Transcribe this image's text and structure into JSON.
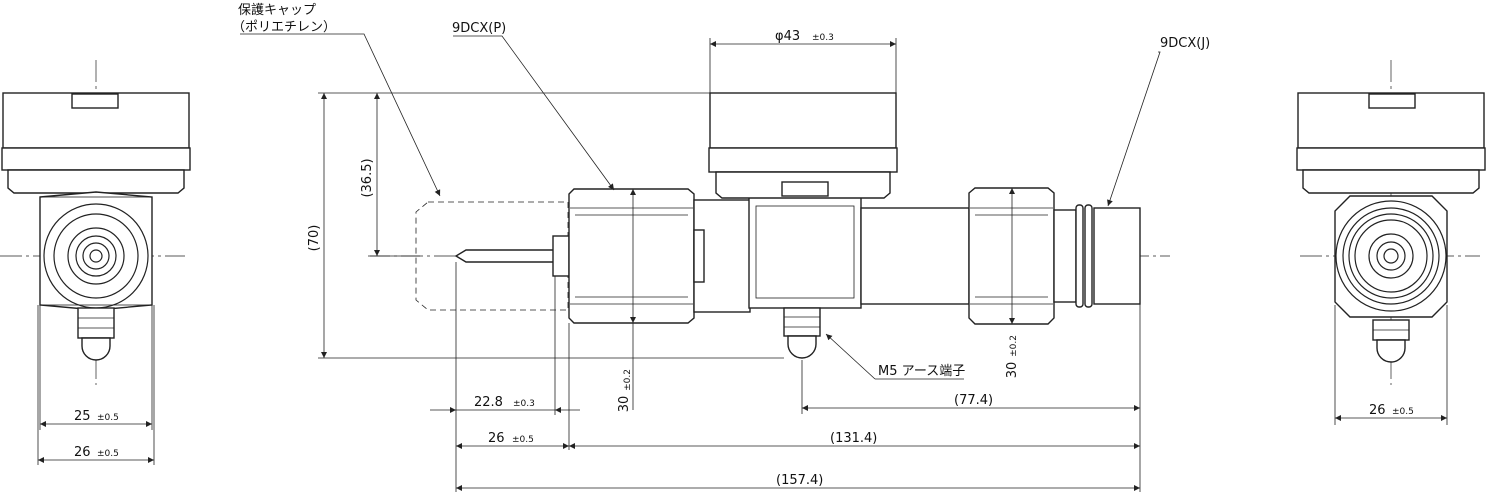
{
  "labels": {
    "protective_cap_line1": "保護キャップ",
    "protective_cap_line2": "（ポリエチレン）",
    "connector_p": "9DCX(P)",
    "connector_j": "9DCX(J)",
    "diameter": "φ43",
    "diameter_tol": "±0.3",
    "ground_terminal": "M5 アース端子"
  },
  "dimensions": {
    "h70": "(70)",
    "h36_5": "(36.5)",
    "d30_left": "30",
    "d30_left_tol": "±0.2",
    "d30_right": "30",
    "d30_right_tol": "±0.2",
    "d22_8": "22.8",
    "d22_8_tol": "±0.3",
    "d26_mid": "26",
    "d26_mid_tol": "±0.5",
    "d77_4": "(77.4)",
    "d131_4": "(131.4)",
    "d157_4": "(157.4)",
    "d25_left": "25",
    "d25_left_tol": "±0.5",
    "d26_left": "26",
    "d26_left_tol": "±0.5",
    "d26_right": "26",
    "d26_right_tol": "±0.5"
  }
}
